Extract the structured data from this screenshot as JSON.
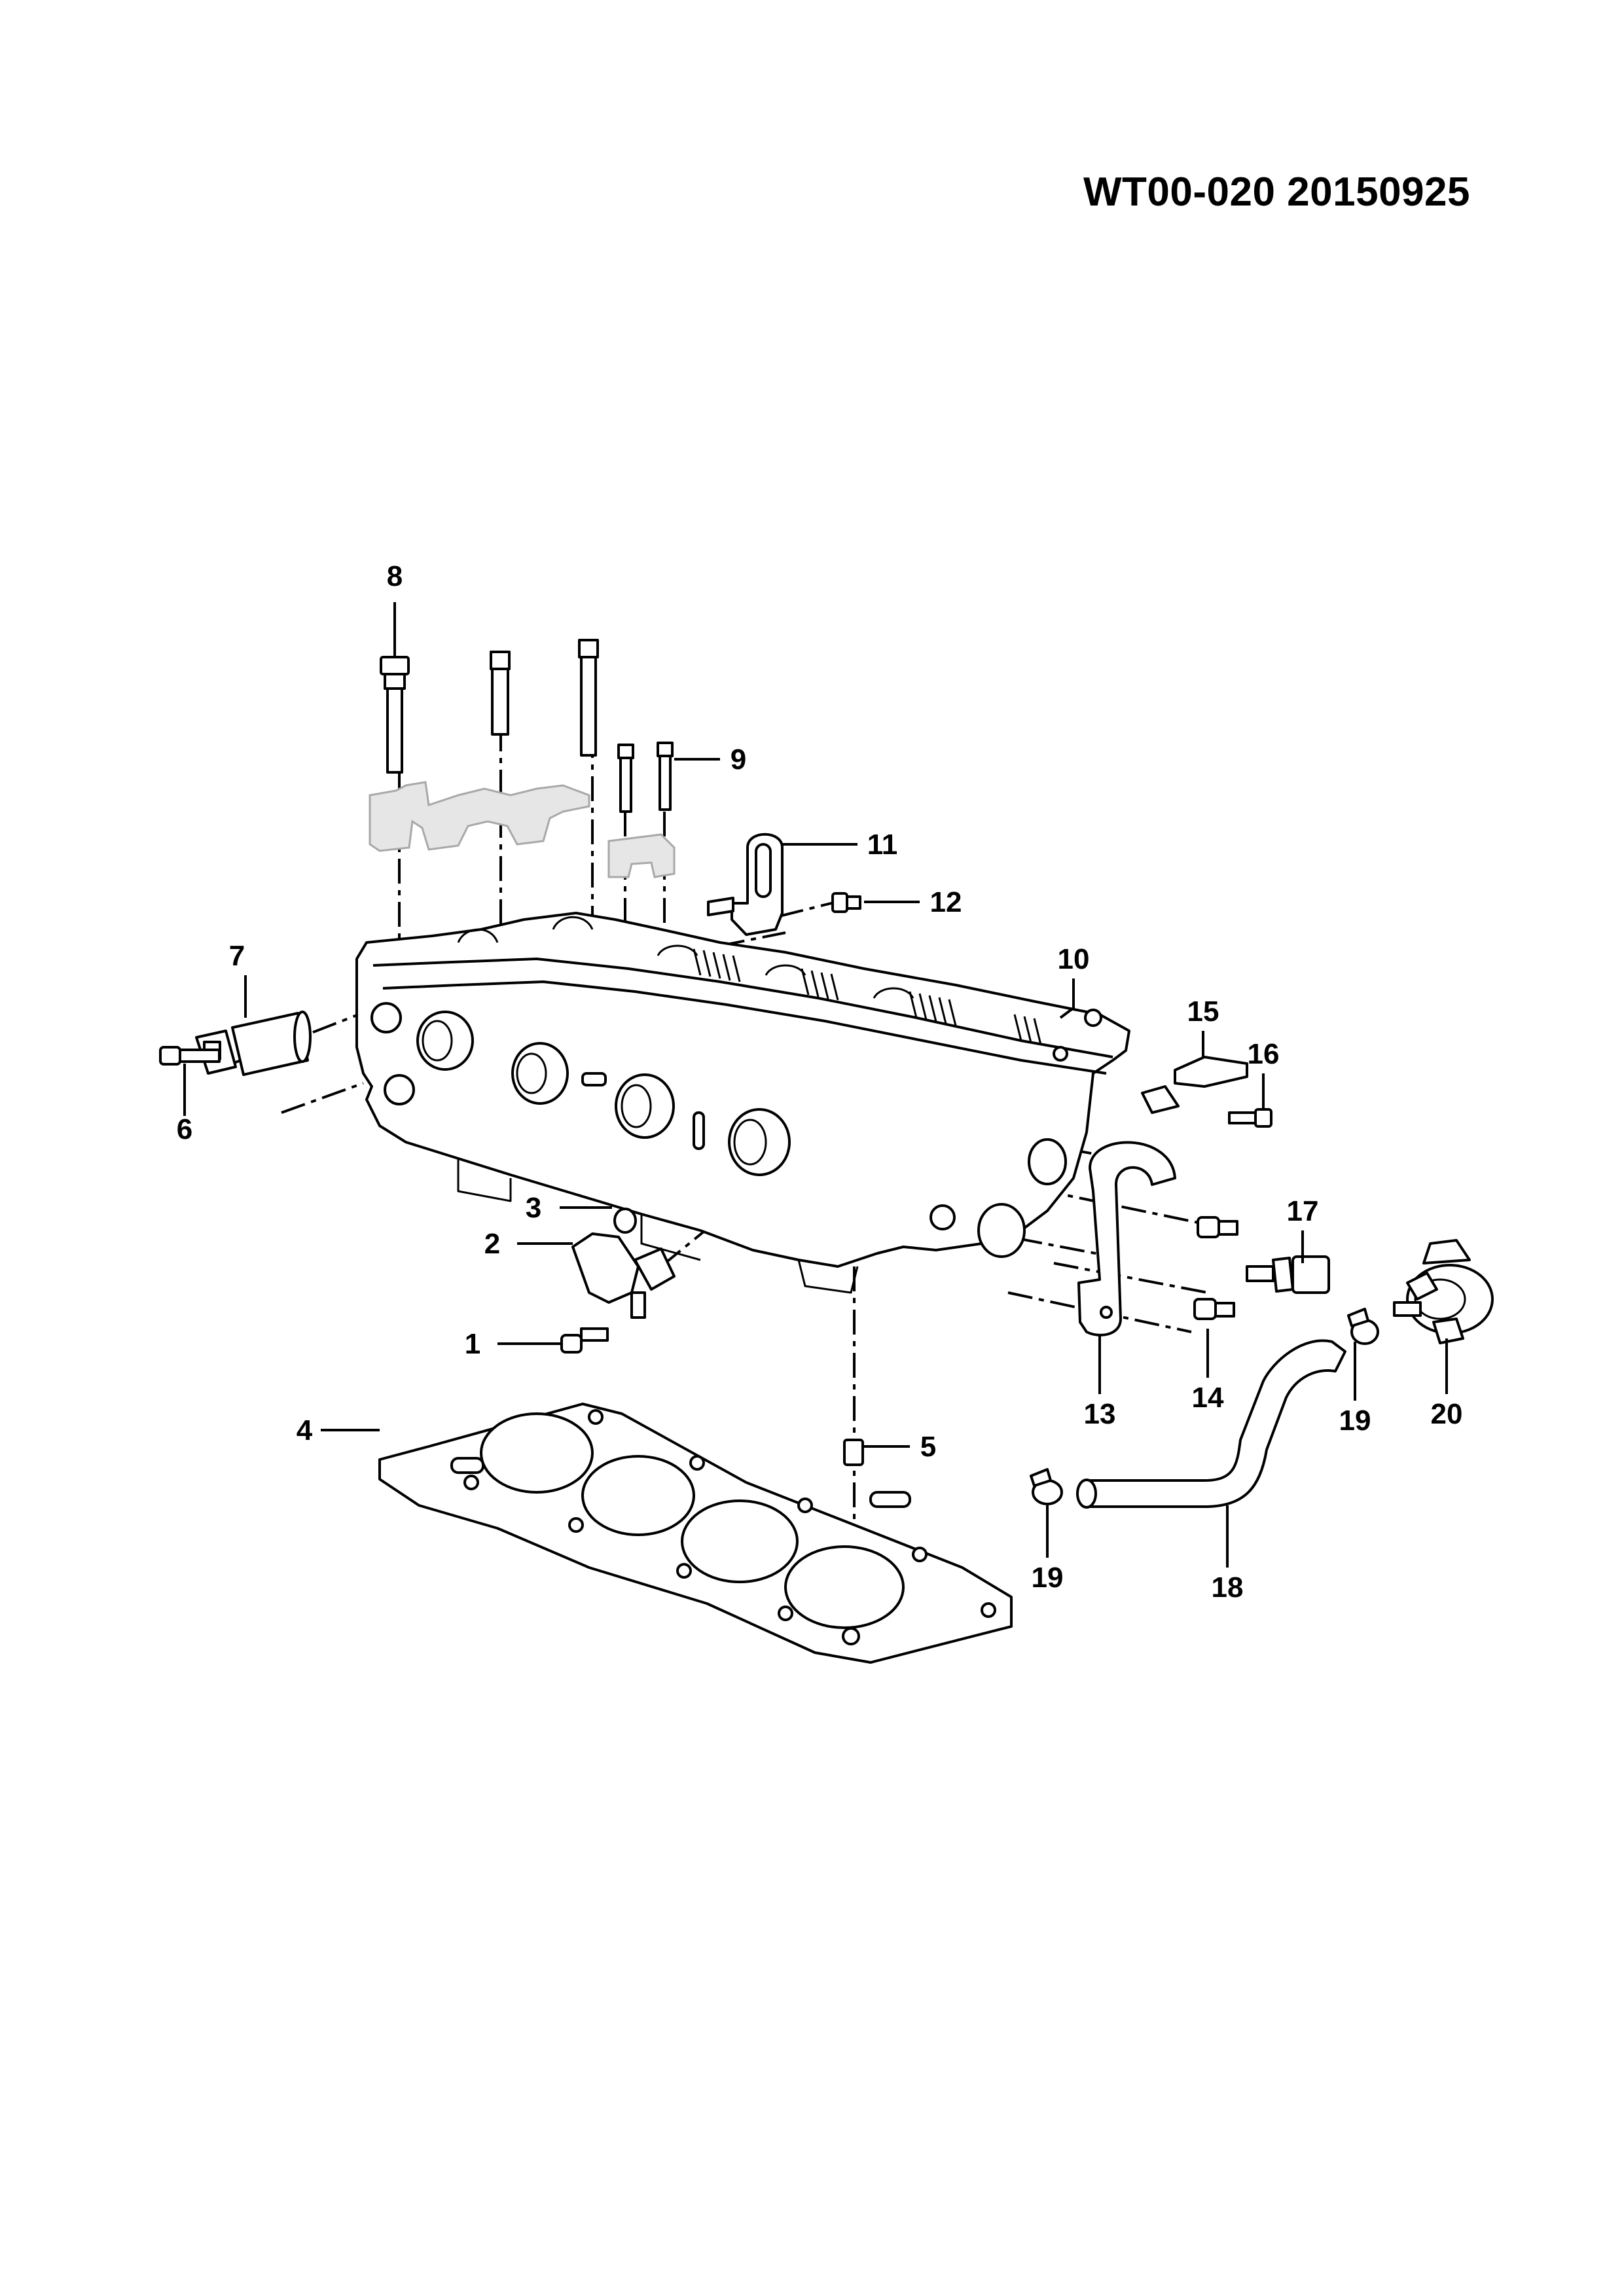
{
  "header": {
    "title": "WT00-020 20150925"
  },
  "callouts": [
    {
      "id": "c1",
      "label": "1"
    },
    {
      "id": "c2",
      "label": "2"
    },
    {
      "id": "c3",
      "label": "3"
    },
    {
      "id": "c4",
      "label": "4"
    },
    {
      "id": "c5",
      "label": "5"
    },
    {
      "id": "c6",
      "label": "6"
    },
    {
      "id": "c7",
      "label": "7"
    },
    {
      "id": "c8",
      "label": "8"
    },
    {
      "id": "c9",
      "label": "9"
    },
    {
      "id": "c10",
      "label": "10"
    },
    {
      "id": "c11",
      "label": "11"
    },
    {
      "id": "c12",
      "label": "12"
    },
    {
      "id": "c13",
      "label": "13"
    },
    {
      "id": "c14",
      "label": "14"
    },
    {
      "id": "c15",
      "label": "15"
    },
    {
      "id": "c16",
      "label": "16"
    },
    {
      "id": "c17",
      "label": "17"
    },
    {
      "id": "c18",
      "label": "18"
    },
    {
      "id": "c19a",
      "label": "19"
    },
    {
      "id": "c19b",
      "label": "19"
    },
    {
      "id": "c20",
      "label": "20"
    }
  ]
}
